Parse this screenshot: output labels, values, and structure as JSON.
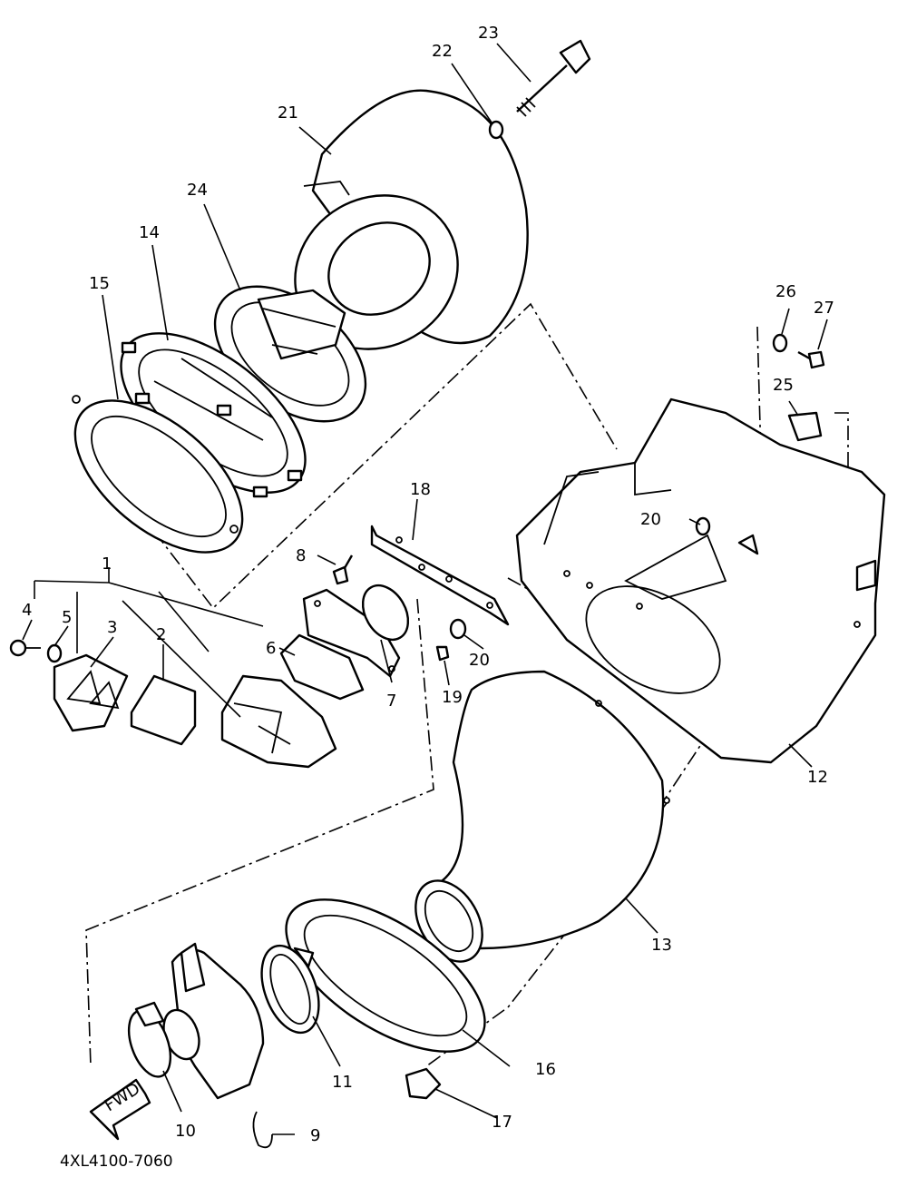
{
  "diagram": {
    "drawing_code": "4XL4100-7060",
    "fwd_label": "FWD",
    "callouts": [
      "1",
      "2",
      "3",
      "4",
      "5",
      "6",
      "7",
      "8",
      "9",
      "10",
      "11",
      "12",
      "13",
      "14",
      "15",
      "16",
      "17",
      "18",
      "19",
      "20",
      "20",
      "21",
      "22",
      "23",
      "24",
      "25",
      "26",
      "27"
    ]
  }
}
